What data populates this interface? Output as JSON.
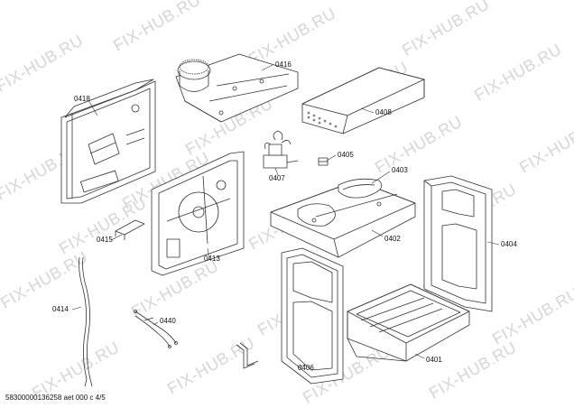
{
  "watermark": "FIX-HUB.RU",
  "part_labels": {
    "p0401": "0401",
    "p0402": "0402",
    "p0403": "0403",
    "p0404": "0404",
    "p0405": "0405",
    "p0406": "0406",
    "p0407": "0407",
    "p0408": "0408",
    "p0413": "0413",
    "p0414": "0414",
    "p0415": "0415",
    "p0416": "0416",
    "p0418": "0418",
    "p0440": "0440"
  },
  "footer": "58300000136258 aet 000 c 4/5",
  "colors": {
    "line": "#333333",
    "watermark": "#d6d6d6"
  }
}
